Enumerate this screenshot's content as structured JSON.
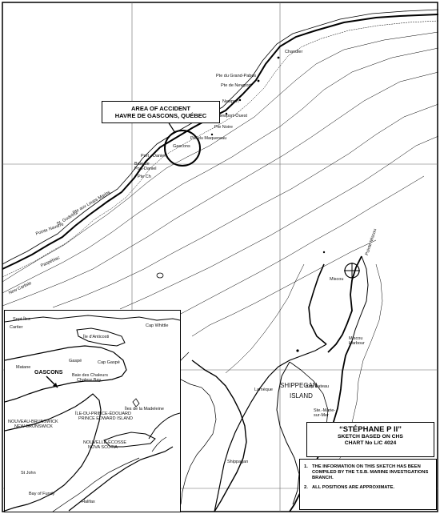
{
  "callout": {
    "line1": "AREA OF ACCIDENT",
    "line2": "HAVRE DE GASCONS, QUÉBEC"
  },
  "title_box": {
    "vessel": "“STÉPHANE P II”",
    "line1": "SKETCH BASED ON CHS",
    "line2": "CHART No L/C 4024"
  },
  "notes": [
    {
      "num": "1.",
      "text": "THE INFORMATION ON THIS SKETCH HAS BEEN COMPILED BY THE T.S.B. MARINE INVESTIGATIONS BRANCH."
    },
    {
      "num": "2.",
      "text": "ALL POSITIONS ARE APPROXIMATE."
    }
  ],
  "main_labels": {
    "pte_grand_pabos": "Pte du Grand-Pabos",
    "pte_newport": "Pte de Newport",
    "newport": "Newport",
    "newport_ouest": "Newport-Ouest",
    "pte_noire": "Pte Noire",
    "pte_maquereau": "Pte du Maquereau",
    "gascons": "Gascons",
    "port_daniel": "Port - Daniel",
    "baie_port_daniel": "Baie de Port-Daniel",
    "pte_ch": "Pte Ch",
    "pte_aux_loups_marins": "Pte aux Loups Marins",
    "st_godefroi": "St. Godefroi",
    "pointe_navarre": "Pointe Navarre",
    "paspebiac": "Paspébiac",
    "new_carlisle": "New Carlisle",
    "chandler": "Chandler",
    "miscou": "Miscou",
    "miscou_harbour": "Miscou Harbour",
    "shippegan": "SHIPPEGAN",
    "island": "ISLAND",
    "cap_bateau": "Cap Bateau",
    "pointe_miscou": "Pointe Miscou",
    "lamèque": "Lamèque",
    "shippagan": "Shippagan",
    "ste_marie": "Ste.-Marie-sur-Mer"
  },
  "inset_labels": {
    "gascons": "GASCONS",
    "baie_chaleurs": "Baie des Chaleurs",
    "chaleur_bay": "Chaleur Bay",
    "nouveau_brunswick": "NOUVEAU-BRUNSWICK",
    "new_brunswick": "NEW BRUNSWICK",
    "ipe": "ÎLE-DU-PRINCE-ÉDOUARD",
    "pei": "PRINCE EDWARD ISLAND",
    "nouvelle_ecosse": "NOUVELLE-ÉCOSSE",
    "nova_scotia": "NOVA SCOTIA",
    "gaspe": "Gaspé",
    "cap_gaspe": "Cap Gaspé",
    "anticosti": "Île d'Anticosti",
    "cap_whittle": "Cap Whittle",
    "madeleine": "Îles de la Madeleine",
    "cartier": "Cartier",
    "matane": "Matane",
    "sept_iles": "Sept-Îles",
    "halifax": "Halifax",
    "st_john": "St John",
    "bay_fundy": "Bay of Fundy"
  }
}
